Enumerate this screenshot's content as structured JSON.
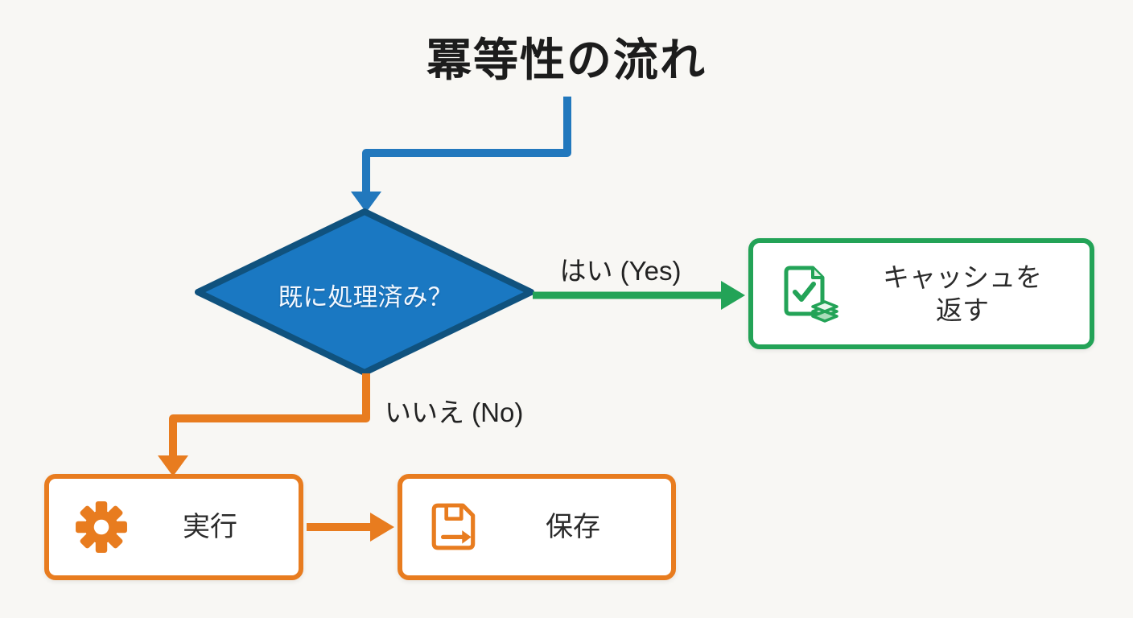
{
  "title": "冪等性の流れ",
  "colors": {
    "background": "#f8f7f4",
    "blue_fill": "#1a78c2",
    "blue_border": "#10527e",
    "blue_arrow": "#2278bd",
    "green": "#23a357",
    "orange": "#e87c1f",
    "text_dark": "#2b2b2b",
    "diamond_text": "#f2f8ff"
  },
  "nodes": {
    "decision": {
      "label": "既に処理済み？"
    },
    "cache": {
      "label": "キャッシュを返す"
    },
    "execute": {
      "label": "実行"
    },
    "save": {
      "label": "保存"
    }
  },
  "edges": {
    "yes": {
      "label": "はい (Yes)"
    },
    "no": {
      "label": "いいえ (No)"
    }
  },
  "icons": {
    "cache_icon": "document-check-stack-icon",
    "execute_icon": "gear-icon",
    "save_icon": "floppy-disk-icon"
  }
}
